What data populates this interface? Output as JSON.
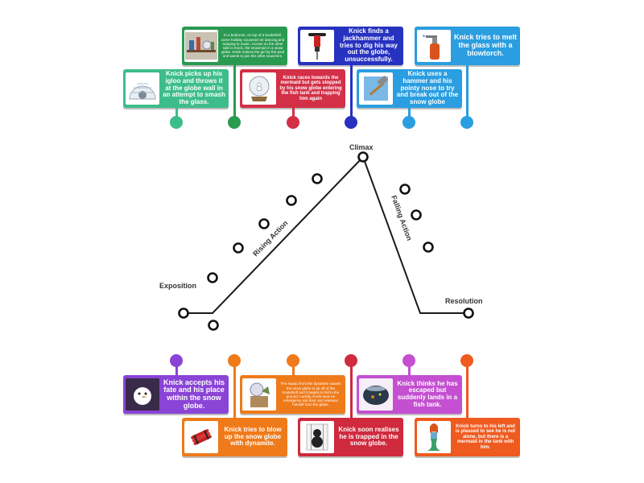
{
  "diagram": {
    "labels": {
      "exposition": "Exposition",
      "rising_action": "Rising Action",
      "climax": "Climax",
      "falling_action": "Falling Action",
      "resolution": "Resolution"
    }
  },
  "top_cards": [
    {
      "text": "Knick picks up his igloo and throws it at the globe wall in an attempt to smash the glass.",
      "color": "#3dbd8a",
      "icon": "igloo-icon"
    },
    {
      "text": "In a bedroom, on top of a bookshelf, some holiday souvenirs sit dancing and swaying to music. Across on the other side is Knick, the snowman in a snow globe. Knick notices the girl by the pool and wants to join the other souvenirs.",
      "color": "#2a9a51",
      "icon": "bookshelf-souvenirs-icon"
    },
    {
      "text": "Knick races towards the mermaid but gets stopped by his snow globe entering the fish tank and trapping him again",
      "color": "#d32f47",
      "icon": "snow-globe-icon"
    },
    {
      "text": "Knick finds a jackhammer and tries to dig his way out the globe, unsuccessfully.",
      "color": "#2732c0",
      "icon": "jackhammer-icon"
    },
    {
      "text": "Knick uses a hammer and his pointy nose to try and break out of the snow globe",
      "color": "#2a9ee0",
      "icon": "hammer-icon"
    },
    {
      "text": "Knick tries to melt the glass with a blowtorch.",
      "color": "#2a9ee0",
      "icon": "blowtorch-icon"
    }
  ],
  "bottom_cards": [
    {
      "text": "Knick accepts his fate and his place within the snow globe.",
      "color": "#8a44d6",
      "icon": "snowman-icon"
    },
    {
      "text": "Knick tries to blow up the snow globe with dynamite.",
      "color": "#ef7a1a",
      "icon": "dynamite-icon"
    },
    {
      "text": "The impact from the dynamite causes the snow globe to tip off of the bookshelf and it begins to fall to the ground. Luckily, Knick sees an emergency exit door and releases himself from the globe.",
      "color": "#ef7a1a",
      "icon": "falling-globe-icon"
    },
    {
      "text": "Knick soon realises he is trapped in the snow globe.",
      "color": "#cf2a3d",
      "icon": "trapped-snowman-icon"
    },
    {
      "text": "Knick thinks he has escaped but suddenly lands in a fish tank.",
      "color": "#c44fd1",
      "icon": "fish-tank-icon"
    },
    {
      "text": "Knick turns to his left and is pleased to see he is not alone, but there is a mermaid in the tank with him.",
      "color": "#ef5a1f",
      "icon": "mermaid-icon"
    }
  ],
  "pins_top": [
    "#3dbd8a",
    "#2a9a51",
    "#d32f47",
    "#2732c0",
    "#2a9ee0",
    "#2a9ee0"
  ],
  "pins_bottom": [
    "#8a44d6",
    "#ef7a1a",
    "#ef7a1a",
    "#cf2a3d",
    "#c44fd1",
    "#ef5a1f"
  ]
}
